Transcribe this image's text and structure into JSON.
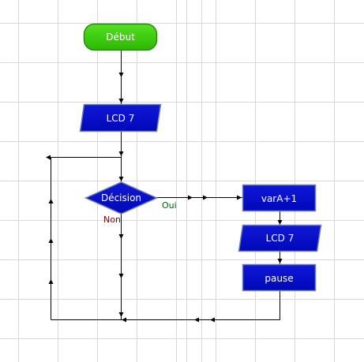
{
  "flowchart": {
    "start": {
      "label": "Début",
      "color": "#33cc00"
    },
    "lcd_1": {
      "label": "LCD 7",
      "color": "#0a10c8"
    },
    "decision": {
      "label": "Décision",
      "color": "#0a10c8"
    },
    "branch_yes": {
      "label": "Oui",
      "color": "#006600"
    },
    "branch_no": {
      "label": "Non",
      "color": "#800000"
    },
    "increment": {
      "label": "varA+1",
      "color": "#0a10c8"
    },
    "lcd_2": {
      "label": "LCD 7",
      "color": "#0a10c8"
    },
    "pause": {
      "label": "pause",
      "color": "#0a10c8"
    }
  },
  "colors": {
    "grid": "#d8d8d8",
    "connector": "#000000",
    "shape_border": "#7080b0"
  }
}
